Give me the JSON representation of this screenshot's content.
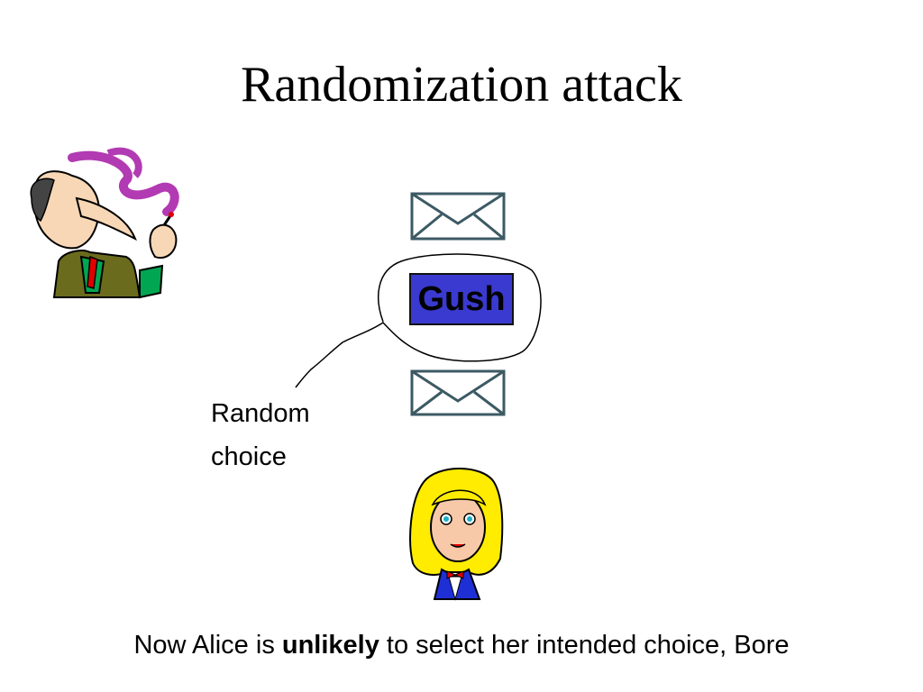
{
  "slide": {
    "title": "Randomization attack",
    "ballot_choice": "Gush",
    "random_label_line1": "Random",
    "random_label_line2": "choice",
    "caption_before": "Now Alice is ",
    "caption_bold": "unlikely",
    "caption_after": " to select her intended choice, Bore"
  },
  "colors": {
    "ballot_box": "#3a3ad0",
    "envelope_stroke": "#3c5a64",
    "smoke": "#b23ab2",
    "alice_hair": "#ffec00",
    "alice_jacket": "#1f2fd6",
    "attacker_coat": "#6b6b1e",
    "attacker_shirt": "#00a651"
  },
  "icons": [
    "attacker-clipart",
    "envelope-icon",
    "envelope-icon",
    "alice-clipart",
    "speech-bubble"
  ]
}
